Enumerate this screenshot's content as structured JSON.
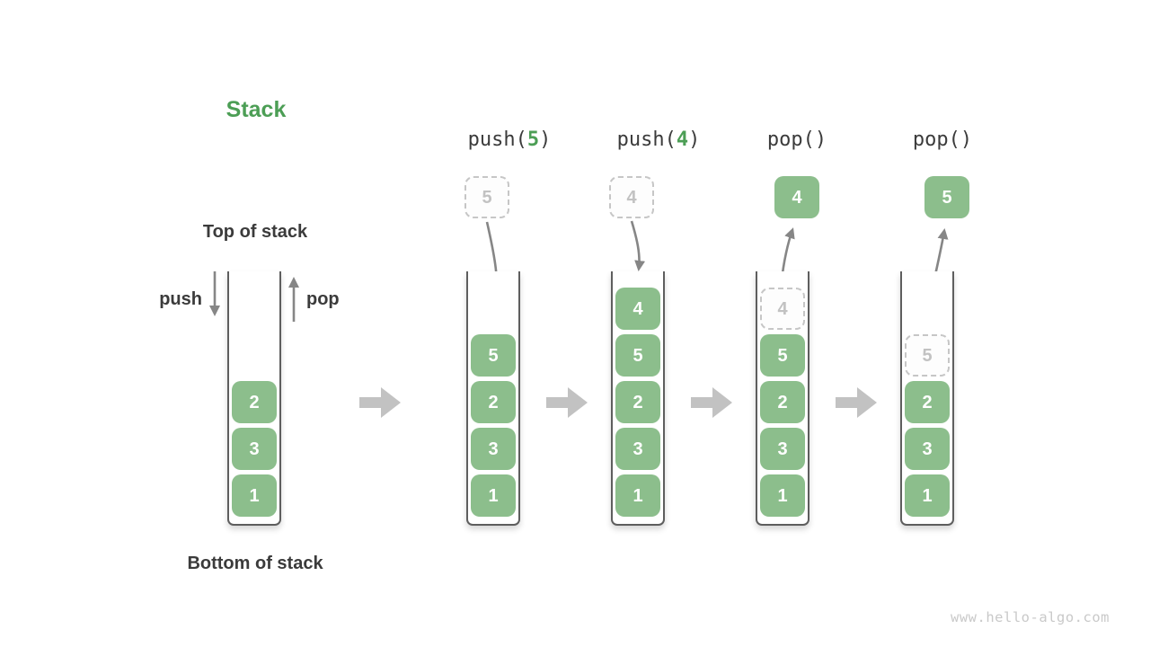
{
  "title": {
    "text": "Stack"
  },
  "static_labels": {
    "top_of_stack": "Top of stack",
    "bottom_of_stack": "Bottom of stack",
    "push_arrow_label": "push",
    "pop_arrow_label": "pop"
  },
  "watermark": "www.hello-algo.com",
  "colors": {
    "accent_green": "#4c9e55",
    "box_green": "#8cbe8c",
    "box_text": "#ffffff",
    "dashed_border": "#c6c6c6",
    "dashed_text": "#c2c2c2",
    "label_text": "#3b3b3b",
    "motion_arrow": "#868686",
    "transition_arrow": "#c2c2c2",
    "container_border": "#5e5e5e",
    "watermark_text": "#c9c9c9"
  },
  "initial_stack": {
    "cells": [
      {
        "value": "2"
      },
      {
        "value": "3"
      },
      {
        "value": "1"
      }
    ]
  },
  "operations": [
    {
      "pre": "push(",
      "arg": "5",
      "post": ")",
      "motion": "push-down",
      "floating_box": {
        "value": "5",
        "style": "dashed"
      },
      "stack": [
        {
          "value": "5"
        },
        {
          "value": "2"
        },
        {
          "value": "3"
        },
        {
          "value": "1"
        }
      ]
    },
    {
      "pre": "push(",
      "arg": "4",
      "post": ")",
      "motion": "push-down",
      "floating_box": {
        "value": "4",
        "style": "dashed"
      },
      "stack": [
        {
          "value": "4"
        },
        {
          "value": "5"
        },
        {
          "value": "2"
        },
        {
          "value": "3"
        },
        {
          "value": "1"
        }
      ]
    },
    {
      "pre": "pop()",
      "arg": "",
      "post": "",
      "motion": "pop-up",
      "floating_box": {
        "value": "4",
        "style": "solid"
      },
      "stack": [
        {
          "value": "4",
          "style": "dashed"
        },
        {
          "value": "5"
        },
        {
          "value": "2"
        },
        {
          "value": "3"
        },
        {
          "value": "1"
        }
      ]
    },
    {
      "pre": "pop()",
      "arg": "",
      "post": "",
      "motion": "pop-up",
      "floating_box": {
        "value": "5",
        "style": "solid"
      },
      "stack": [
        {
          "value": "5",
          "style": "dashed"
        },
        {
          "value": "2"
        },
        {
          "value": "3"
        },
        {
          "value": "1"
        }
      ]
    }
  ]
}
